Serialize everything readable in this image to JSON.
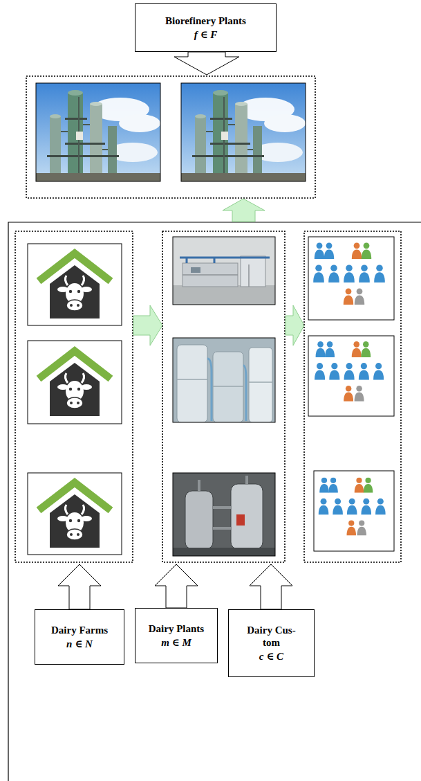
{
  "diagram": {
    "nodes": [
      {
        "text": [
          "Biorefinery Plants",
          "f ∈ F"
        ]
      },
      {
        "text": [
          "Dairy Farms",
          "n ∈ N"
        ]
      },
      {
        "text": [
          "Dairy Plants",
          "m ∈ M"
        ]
      },
      {
        "text": [
          "Dairy Cus- tom",
          "c ∈ C"
        ]
      }
    ]
  }
}
